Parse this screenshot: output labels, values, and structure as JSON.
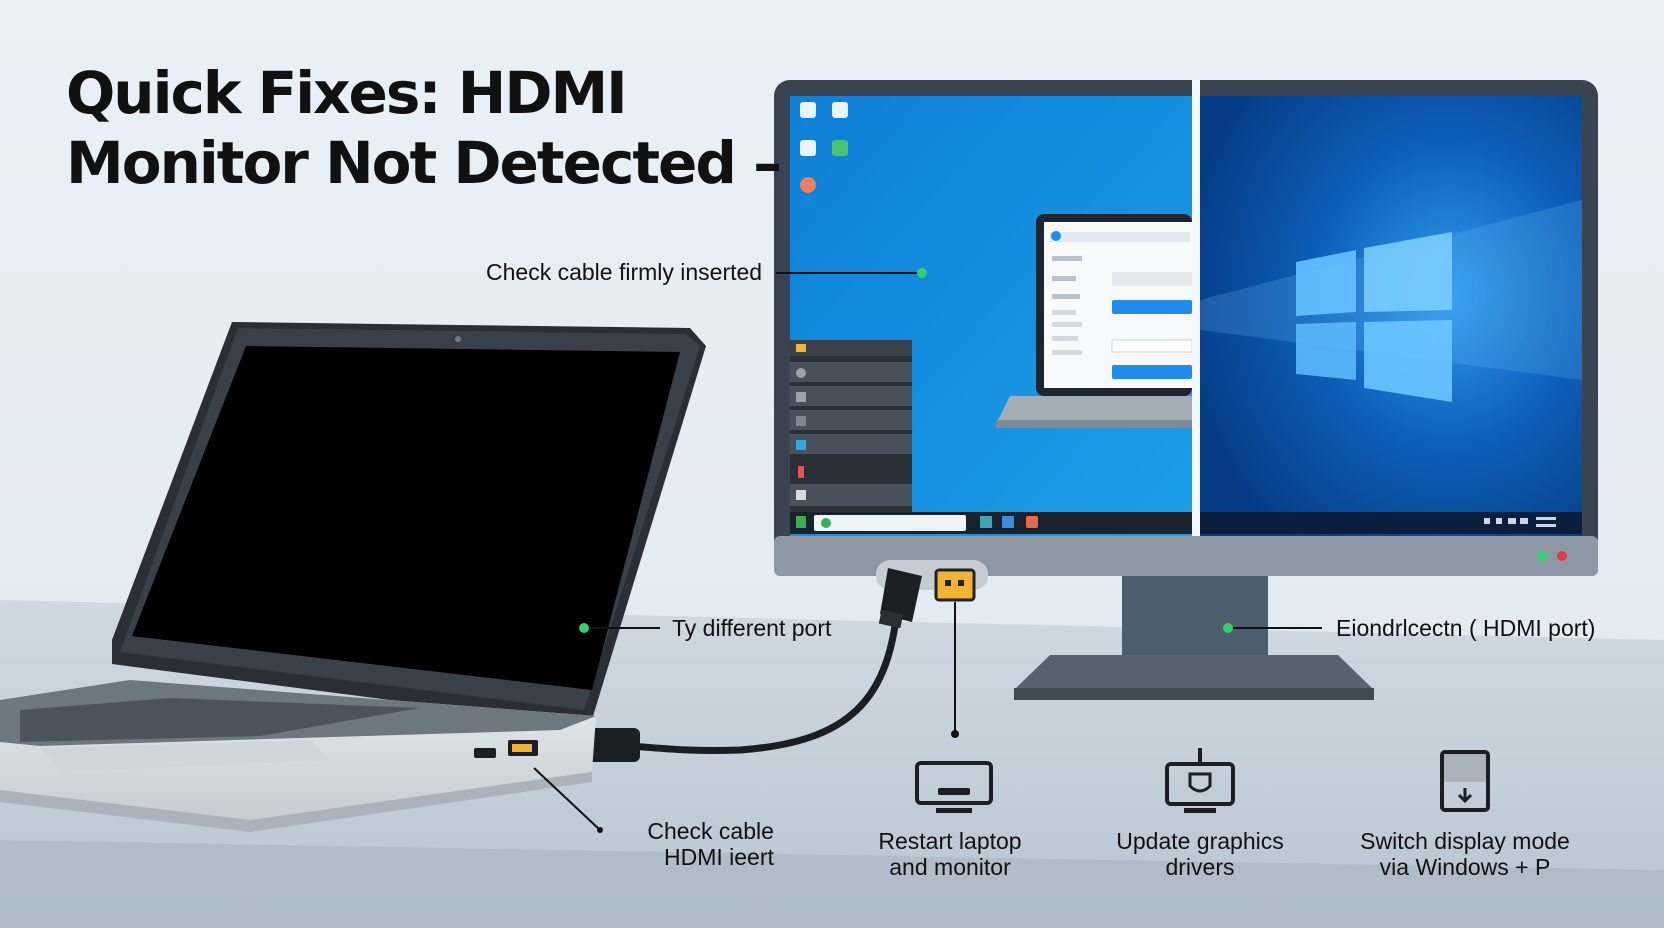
{
  "title": {
    "line1": "Quick Fixes: HDMI",
    "line2": "Monitor Not Detected –"
  },
  "callouts": {
    "cable_inserted": "Check cable firmly inserted",
    "different_port": "Ty different port",
    "monitor_port": "Eiondrlcectn ( HDMI port)",
    "check_cable_line1": "Check cable",
    "check_cable_line2": "HDMI ieert"
  },
  "fixes": [
    {
      "icon": "monitor-icon",
      "line1": "Restart laptop",
      "line2": "and monitor"
    },
    {
      "icon": "graphics-driver-icon",
      "line1": "Update graphics",
      "line2": "drivers"
    },
    {
      "icon": "display-mode-icon",
      "line1": "Switch display mode",
      "line2": "via Windows + P"
    }
  ],
  "colors": {
    "accent_green": "#2fd36a",
    "windows_blue": "#1779d4",
    "hdmi_gold": "#f2b233",
    "text": "#111111"
  }
}
